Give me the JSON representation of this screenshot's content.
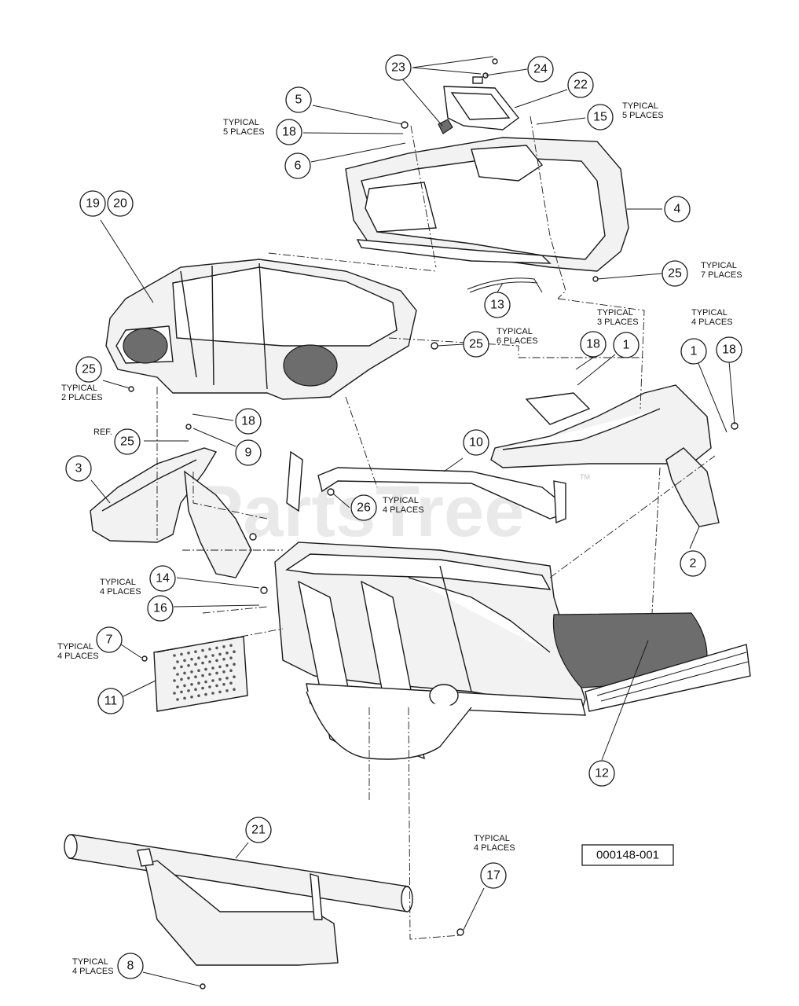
{
  "watermark": {
    "text": "PartsTree",
    "tm": "TM"
  },
  "drawing_id": "000148-001",
  "callouts": [
    {
      "key": "c23",
      "label": "23"
    },
    {
      "key": "c24",
      "label": "24"
    },
    {
      "key": "c22",
      "label": "22"
    },
    {
      "key": "c15",
      "label": "15"
    },
    {
      "key": "c5",
      "label": "5"
    },
    {
      "key": "c18a",
      "label": "18"
    },
    {
      "key": "c6",
      "label": "6"
    },
    {
      "key": "c19",
      "label": "19"
    },
    {
      "key": "c20",
      "label": "20"
    },
    {
      "key": "c4",
      "label": "4"
    },
    {
      "key": "c25a",
      "label": "25"
    },
    {
      "key": "c13",
      "label": "13"
    },
    {
      "key": "c25b",
      "label": "25"
    },
    {
      "key": "c18b",
      "label": "18"
    },
    {
      "key": "c1a",
      "label": "1"
    },
    {
      "key": "c1b",
      "label": "1"
    },
    {
      "key": "c18c",
      "label": "18"
    },
    {
      "key": "c25c",
      "label": "25"
    },
    {
      "key": "c18d",
      "label": "18"
    },
    {
      "key": "c25d",
      "label": "25"
    },
    {
      "key": "c9",
      "label": "9"
    },
    {
      "key": "c10",
      "label": "10"
    },
    {
      "key": "c3",
      "label": "3"
    },
    {
      "key": "c26",
      "label": "26"
    },
    {
      "key": "c2",
      "label": "2"
    },
    {
      "key": "c14",
      "label": "14"
    },
    {
      "key": "c16",
      "label": "16"
    },
    {
      "key": "c7",
      "label": "7"
    },
    {
      "key": "c11",
      "label": "11"
    },
    {
      "key": "c12",
      "label": "12"
    },
    {
      "key": "c21",
      "label": "21"
    },
    {
      "key": "c17",
      "label": "17"
    },
    {
      "key": "c8",
      "label": "8"
    }
  ],
  "notes": [
    {
      "key": "n15",
      "lines": [
        "TYPICAL",
        "5 PLACES"
      ]
    },
    {
      "key": "n18",
      "lines": [
        "TYPICAL",
        "5 PLACES"
      ]
    },
    {
      "key": "n25a",
      "lines": [
        "TYPICAL",
        "7 PLACES"
      ]
    },
    {
      "key": "n1a",
      "lines": [
        "TYPICAL",
        "3 PLACES"
      ]
    },
    {
      "key": "n1b",
      "lines": [
        "TYPICAL",
        "4 PLACES"
      ]
    },
    {
      "key": "n25b",
      "lines": [
        "TYPICAL",
        "6 PLACES"
      ]
    },
    {
      "key": "n25c",
      "lines": [
        "TYPICAL",
        "2 PLACES"
      ]
    },
    {
      "key": "nref",
      "lines": [
        "REF."
      ]
    },
    {
      "key": "n26",
      "lines": [
        "TYPICAL",
        "4 PLACES"
      ]
    },
    {
      "key": "n14",
      "lines": [
        "TYPICAL",
        "4 PLACES"
      ]
    },
    {
      "key": "n7",
      "lines": [
        "TYPICAL",
        "4 PLACES"
      ]
    },
    {
      "key": "n17",
      "lines": [
        "TYPICAL",
        "4 PLACES"
      ]
    },
    {
      "key": "n8",
      "lines": [
        "TYPICAL",
        "4 PLACES"
      ]
    }
  ]
}
